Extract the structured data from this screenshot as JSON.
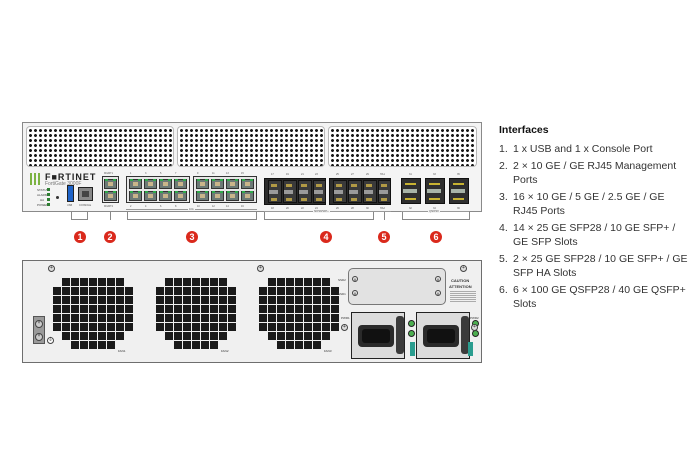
{
  "device": {
    "brand": "F■RTINET",
    "model": "FortiGate 3000F",
    "status_leds": [
      "STATUS",
      "ALARM",
      "HA",
      "POWER"
    ],
    "front_labels": {
      "usb": "USB",
      "console": "CONSOLE",
      "mgmt_top": "MGMT1",
      "mgmt_bottom": "MGMT2",
      "rj45_top": [
        "1",
        "3",
        "5",
        "7",
        "9",
        "11",
        "13",
        "15"
      ],
      "rj45_bottom": [
        "2",
        "4",
        "6",
        "8",
        "10",
        "12",
        "14",
        "16"
      ],
      "rj45_group": "10G",
      "sfp_top": [
        "17",
        "19",
        "21",
        "23",
        "25",
        "27",
        "29",
        "HA1"
      ],
      "sfp_bottom": [
        "18",
        "20",
        "22",
        "24",
        "26",
        "28",
        "30",
        "HA2"
      ],
      "sfp_group": "SFP28/SFP+",
      "qsfp_top": [
        "31",
        "33",
        "35"
      ],
      "qsfp_bottom": [
        "32",
        "34",
        "36"
      ],
      "qsfp_group": "QSFP28"
    },
    "rear_labels": {
      "fans": [
        "FAN1",
        "FAN2",
        "FAN3"
      ],
      "ssd": [
        "SSD2",
        "SSD1"
      ],
      "psu": [
        "PWR1",
        "PWR2"
      ],
      "caution_title": "CAUTION",
      "caution_subtitle": "ATTENTION"
    }
  },
  "callouts": [
    "1",
    "2",
    "3",
    "4",
    "5",
    "6"
  ],
  "accent_color": "#da291c",
  "interfaces": {
    "heading": "Interfaces",
    "items": [
      {
        "num": "1.",
        "text": "1 x USB and 1 x Console Port"
      },
      {
        "num": "2.",
        "text": "2 × 10 GE / GE RJ45 Management Ports"
      },
      {
        "num": "3.",
        "text": "16 × 10 GE / 5 GE / 2.5 GE / GE RJ45 Ports"
      },
      {
        "num": "4.",
        "text": "14 × 25 GE SFP28 / 10 GE SFP+ / GE SFP Slots"
      },
      {
        "num": "5.",
        "text": "2 × 25 GE SFP28 / 10 GE SFP+ / GE SFP HA Slots"
      },
      {
        "num": "6.",
        "text": "6 × 100 GE QSFP28 / 40 GE QSFP+ Slots"
      }
    ]
  }
}
